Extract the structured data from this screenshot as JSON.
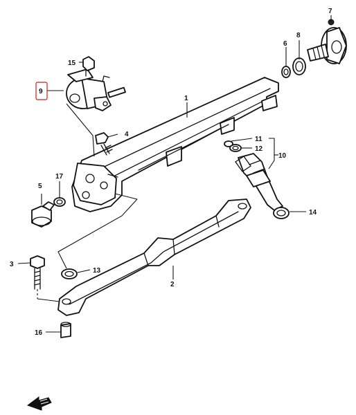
{
  "diagram": {
    "highlight_color": "#d11a1a",
    "labels": {
      "p1": "1",
      "p2": "2",
      "p3": "3",
      "p4": "4",
      "p5": "5",
      "p6": "6",
      "p7": "7",
      "p8": "8",
      "p9": "9",
      "p10": "10",
      "p11": "11",
      "p12": "12",
      "p13": "13",
      "p14": "14",
      "p15": "15",
      "p16": "16",
      "p17": "17"
    },
    "highlighted_part": "9",
    "front_arrow_icon": "front-arrow-icon"
  }
}
